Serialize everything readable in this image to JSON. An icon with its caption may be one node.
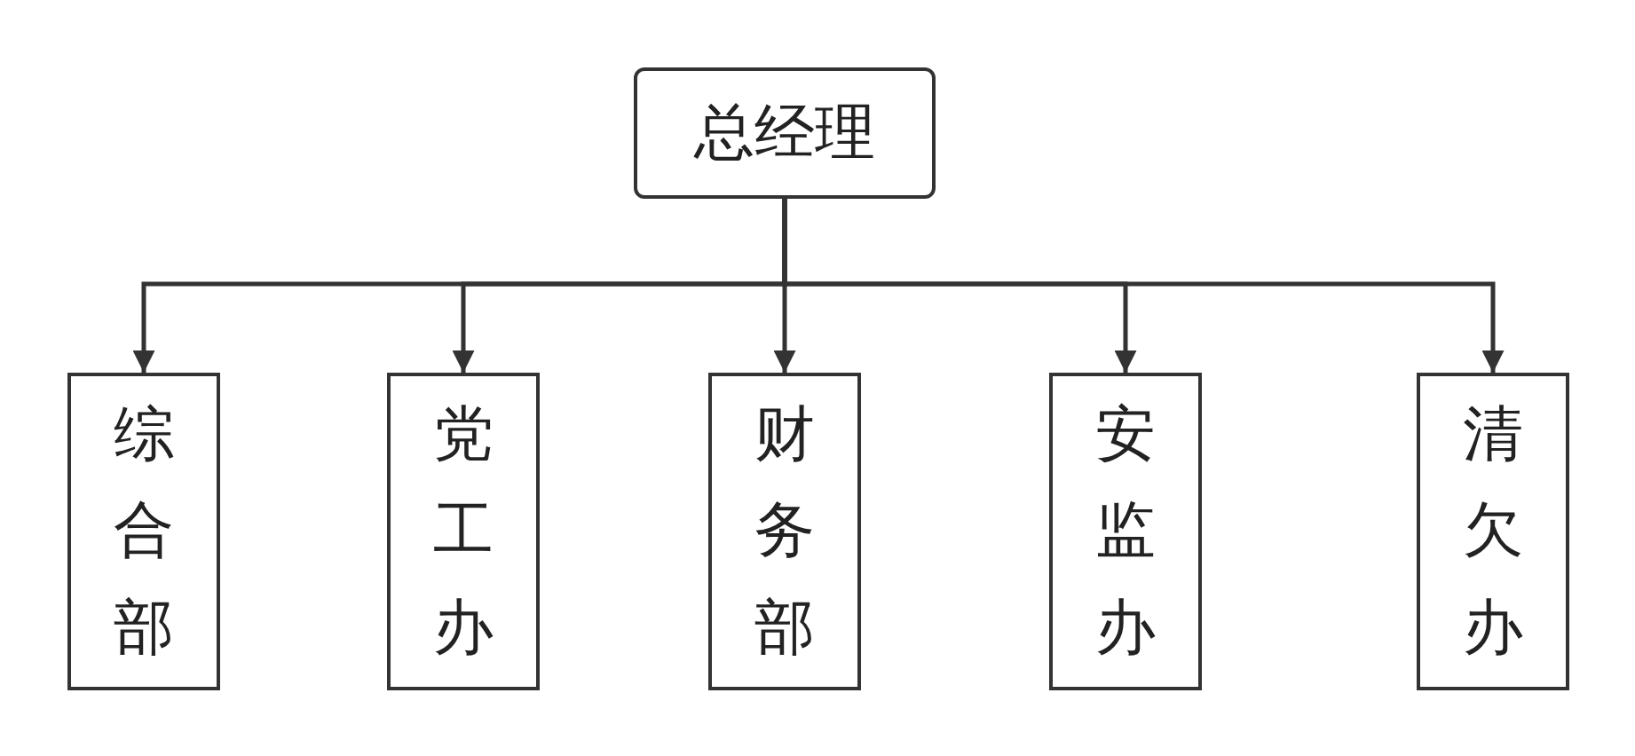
{
  "diagram": {
    "nodes": [
      {
        "text": [
          "总经理"
        ]
      },
      {
        "text": [
          "综合部"
        ]
      },
      {
        "text": [
          "党工办"
        ]
      },
      {
        "text": [
          "财务部"
        ]
      },
      {
        "text": [
          "安监办"
        ]
      },
      {
        "text": [
          "清欠办"
        ]
      }
    ],
    "edges": [
      {
        "from": 0,
        "to": 1,
        "arrow": "to"
      },
      {
        "from": 0,
        "to": 2,
        "arrow": "to"
      },
      {
        "from": 0,
        "to": 3,
        "arrow": "to"
      },
      {
        "from": 0,
        "to": 4,
        "arrow": "to"
      },
      {
        "from": 0,
        "to": 5,
        "arrow": "to"
      }
    ]
  }
}
